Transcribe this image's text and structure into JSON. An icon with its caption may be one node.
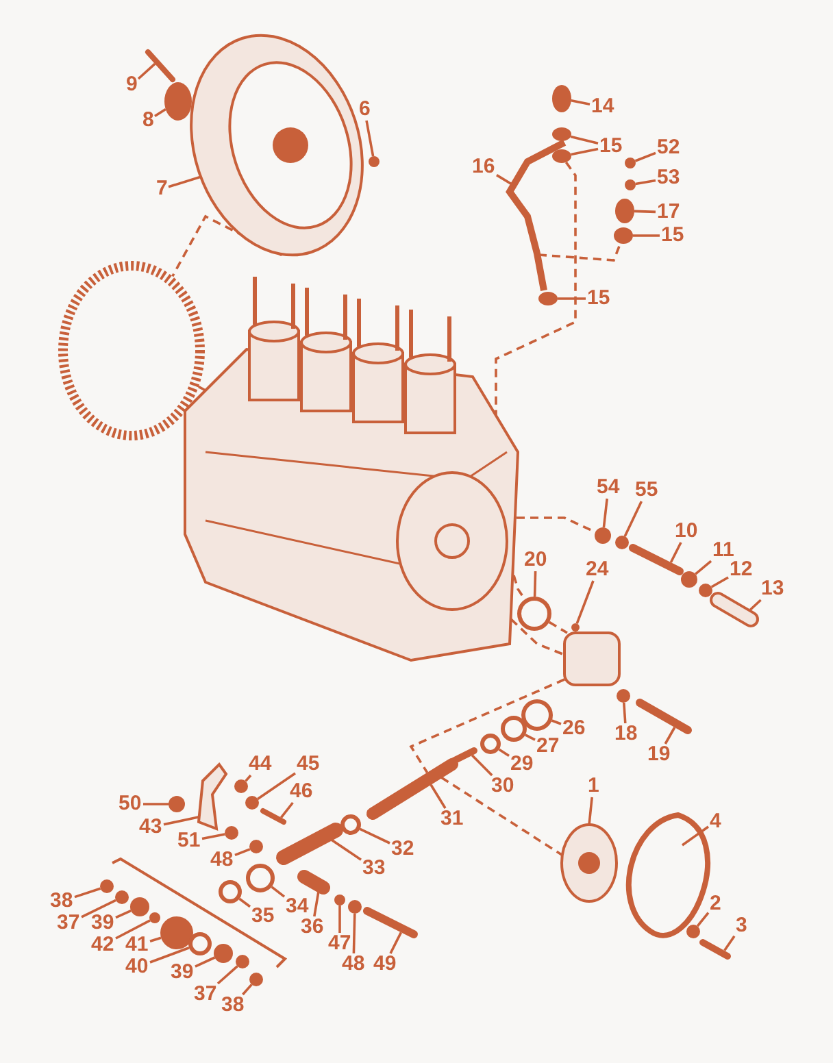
{
  "diagram": {
    "nodes": [
      {
        "text": [
          "9"
        ]
      },
      {
        "text": [
          "8"
        ]
      },
      {
        "text": [
          "6"
        ]
      },
      {
        "text": [
          "7"
        ]
      },
      {
        "text": [
          "14"
        ]
      },
      {
        "text": [
          "15"
        ]
      },
      {
        "text": [
          "16"
        ]
      },
      {
        "text": [
          "52"
        ]
      },
      {
        "text": [
          "53"
        ]
      },
      {
        "text": [
          "17"
        ]
      },
      {
        "text": [
          "15"
        ]
      },
      {
        "text": [
          "15"
        ]
      },
      {
        "text": [
          "54"
        ]
      },
      {
        "text": [
          "55"
        ]
      },
      {
        "text": [
          "10"
        ]
      },
      {
        "text": [
          "20"
        ]
      },
      {
        "text": [
          "11"
        ]
      },
      {
        "text": [
          "12"
        ]
      },
      {
        "text": [
          "24"
        ]
      },
      {
        "text": [
          "13"
        ]
      },
      {
        "text": [
          "18"
        ]
      },
      {
        "text": [
          "26"
        ]
      },
      {
        "text": [
          "19"
        ]
      },
      {
        "text": [
          "27"
        ]
      },
      {
        "text": [
          "29"
        ]
      },
      {
        "text": [
          "30"
        ]
      },
      {
        "text": [
          "44"
        ]
      },
      {
        "text": [
          "45"
        ]
      },
      {
        "text": [
          "50"
        ]
      },
      {
        "text": [
          "1"
        ]
      },
      {
        "text": [
          "46"
        ]
      },
      {
        "text": [
          "43"
        ]
      },
      {
        "text": [
          "31"
        ]
      },
      {
        "text": [
          "4"
        ]
      },
      {
        "text": [
          "51"
        ]
      },
      {
        "text": [
          "48"
        ]
      },
      {
        "text": [
          "32"
        ]
      },
      {
        "text": [
          "33"
        ]
      },
      {
        "text": [
          "38"
        ]
      },
      {
        "text": [
          "34"
        ]
      },
      {
        "text": [
          "37"
        ]
      },
      {
        "text": [
          "39"
        ]
      },
      {
        "text": [
          "35"
        ]
      },
      {
        "text": [
          "36"
        ]
      },
      {
        "text": [
          "42"
        ]
      },
      {
        "text": [
          "41"
        ]
      },
      {
        "text": [
          "47"
        ]
      },
      {
        "text": [
          "2"
        ]
      },
      {
        "text": [
          "3"
        ]
      },
      {
        "text": [
          "40"
        ]
      },
      {
        "text": [
          "39"
        ]
      },
      {
        "text": [
          "48"
        ]
      },
      {
        "text": [
          "49"
        ]
      },
      {
        "text": [
          "37"
        ]
      },
      {
        "text": [
          "38"
        ]
      },
      {
        "text": [],
        "shape": "bar"
      },
      {
        "text": [],
        "shape": "circle"
      },
      {
        "text": [],
        "shape": "circle"
      },
      {
        "text": [],
        "shape": "picture"
      },
      {
        "text": [],
        "shape": "circle"
      },
      {
        "text": [],
        "shape": "circle"
      },
      {
        "text": [],
        "shape": "circle"
      },
      {
        "text": [],
        "shape": "picture"
      },
      {
        "text": [],
        "shape": "circle"
      },
      {
        "text": [],
        "shape": "circle"
      },
      {
        "text": [],
        "shape": "circle"
      },
      {
        "text": [],
        "shape": "circle"
      },
      {
        "text": [],
        "shape": "circle"
      },
      {
        "text": [],
        "shape": "circle"
      },
      {
        "text": [],
        "shape": "circle"
      },
      {
        "text": [],
        "shape": "bar"
      },
      {
        "text": [],
        "shape": "circle"
      },
      {
        "text": [],
        "shape": "circle"
      },
      {
        "text": [],
        "shape": "circle"
      },
      {
        "text": [],
        "shape": "circle"
      },
      {
        "text": [],
        "shape": "bar"
      },
      {
        "text": [],
        "shape": "circle"
      },
      {
        "text": [],
        "shape": "circle"
      },
      {
        "text": [],
        "shape": "bar"
      },
      {
        "text": [],
        "shape": "circle"
      },
      {
        "text": [],
        "shape": "circle"
      },
      {
        "text": [],
        "shape": "bar"
      },
      {
        "text": [],
        "shape": "circle"
      },
      {
        "text": [],
        "shape": "circle"
      },
      {
        "text": [],
        "shape": "circle"
      },
      {
        "text": [],
        "shape": "picture"
      },
      {
        "text": [],
        "shape": "bar"
      },
      {
        "text": [],
        "shape": "picture"
      },
      {
        "text": [],
        "shape": "bar"
      },
      {
        "text": [],
        "shape": "picture"
      },
      {
        "text": [],
        "shape": "circle"
      },
      {
        "text": [],
        "shape": "circle"
      },
      {
        "text": [],
        "shape": "circle"
      },
      {
        "text": [],
        "shape": "bar"
      },
      {
        "text": [],
        "shape": "circle"
      },
      {
        "text": [],
        "shape": "circle"
      },
      {
        "text": [],
        "shape": "circle"
      },
      {
        "text": [],
        "shape": "circle"
      },
      {
        "text": [],
        "shape": "circle"
      },
      {
        "text": [],
        "shape": "bar"
      },
      {
        "text": [],
        "shape": "circle"
      },
      {
        "text": [],
        "shape": "circle"
      },
      {
        "text": [],
        "shape": "circle"
      },
      {
        "text": [],
        "shape": "circle"
      },
      {
        "text": [],
        "shape": "bar"
      },
      {
        "text": [],
        "shape": "circle"
      },
      {
        "text": [],
        "shape": "circle"
      },
      {
        "text": [],
        "shape": "circle"
      },
      {
        "text": [],
        "shape": "bar"
      },
      {
        "text": [],
        "shape": "circle"
      },
      {
        "text": [],
        "shape": "circle"
      },
      {
        "text": [],
        "shape": "picture"
      },
      {
        "text": [],
        "shape": "circle"
      },
      {
        "text": [],
        "shape": "box"
      }
    ],
    "edges": [
      {
        "from": 0,
        "to": 55,
        "arrow": "none"
      },
      {
        "from": 1,
        "to": 56,
        "arrow": "none"
      },
      {
        "from": 2,
        "to": 57,
        "arrow": "none"
      },
      {
        "from": 3,
        "to": 58,
        "arrow": "none"
      },
      {
        "from": 4,
        "to": 59,
        "arrow": "none"
      },
      {
        "from": 5,
        "to": 60,
        "arrow": "none"
      },
      {
        "from": 5,
        "to": 61,
        "arrow": "none"
      },
      {
        "from": 6,
        "to": 62,
        "arrow": "none"
      },
      {
        "from": 7,
        "to": 63,
        "arrow": "none"
      },
      {
        "from": 8,
        "to": 64,
        "arrow": "none"
      },
      {
        "from": 9,
        "to": 65,
        "arrow": "none"
      },
      {
        "from": 10,
        "to": 66,
        "arrow": "none"
      },
      {
        "from": 11,
        "to": 67,
        "arrow": "none"
      },
      {
        "from": 12,
        "to": 68,
        "arrow": "none"
      },
      {
        "from": 13,
        "to": 69,
        "arrow": "none"
      },
      {
        "from": 14,
        "to": 70,
        "arrow": "none"
      },
      {
        "from": 15,
        "to": 71,
        "arrow": "none"
      },
      {
        "from": 16,
        "to": 72,
        "arrow": "none"
      },
      {
        "from": 17,
        "to": 73,
        "arrow": "none"
      },
      {
        "from": 18,
        "to": 74,
        "arrow": "none"
      },
      {
        "from": 19,
        "to": 75,
        "arrow": "none"
      },
      {
        "from": 20,
        "to": 76,
        "arrow": "none"
      },
      {
        "from": 21,
        "to": 77,
        "arrow": "none"
      },
      {
        "from": 22,
        "to": 78,
        "arrow": "none"
      },
      {
        "from": 23,
        "to": 79,
        "arrow": "none"
      },
      {
        "from": 24,
        "to": 80,
        "arrow": "none"
      },
      {
        "from": 25,
        "to": 81,
        "arrow": "none"
      },
      {
        "from": 26,
        "to": 82,
        "arrow": "none"
      },
      {
        "from": 27,
        "to": 83,
        "arrow": "none"
      },
      {
        "from": 28,
        "to": 84,
        "arrow": "none"
      },
      {
        "from": 29,
        "to": 85,
        "arrow": "none"
      },
      {
        "from": 30,
        "to": 86,
        "arrow": "none"
      },
      {
        "from": 31,
        "to": 87,
        "arrow": "none"
      },
      {
        "from": 32,
        "to": 88,
        "arrow": "none"
      },
      {
        "from": 33,
        "to": 89,
        "arrow": "none"
      },
      {
        "from": 34,
        "to": 90,
        "arrow": "none"
      },
      {
        "from": 35,
        "to": 91,
        "arrow": "none"
      },
      {
        "from": 36,
        "to": 92,
        "arrow": "none"
      },
      {
        "from": 37,
        "to": 93,
        "arrow": "none"
      },
      {
        "from": 38,
        "to": 94,
        "arrow": "none"
      },
      {
        "from": 39,
        "to": 95,
        "arrow": "none"
      },
      {
        "from": 40,
        "to": 96,
        "arrow": "none"
      },
      {
        "from": 41,
        "to": 97,
        "arrow": "none"
      },
      {
        "from": 42,
        "to": 98,
        "arrow": "none"
      },
      {
        "from": 43,
        "to": 99,
        "arrow": "none"
      },
      {
        "from": 44,
        "to": 100,
        "arrow": "none"
      },
      {
        "from": 45,
        "to": 101,
        "arrow": "none"
      },
      {
        "from": 46,
        "to": 102,
        "arrow": "none"
      },
      {
        "from": 47,
        "to": 103,
        "arrow": "none"
      },
      {
        "from": 48,
        "to": 104,
        "arrow": "none"
      },
      {
        "from": 49,
        "to": 105,
        "arrow": "none"
      },
      {
        "from": 50,
        "to": 106,
        "arrow": "none"
      },
      {
        "from": 51,
        "to": 107,
        "arrow": "none"
      },
      {
        "from": 52,
        "to": 108,
        "arrow": "none"
      },
      {
        "from": 53,
        "to": 109,
        "arrow": "none"
      },
      {
        "from": 54,
        "to": 110,
        "arrow": "none"
      },
      {
        "from": 58,
        "to": 112,
        "arrow": "none",
        "style": "dashed"
      },
      {
        "from": 112,
        "to": 111,
        "arrow": "none",
        "style": "dashed"
      },
      {
        "from": 61,
        "to": 111,
        "arrow": "none",
        "style": "dashed"
      },
      {
        "from": 62,
        "to": 66,
        "arrow": "none",
        "style": "dashed"
      },
      {
        "from": 111,
        "to": 68,
        "arrow": "none",
        "style": "dashed"
      },
      {
        "from": 111,
        "to": 71,
        "arrow": "none",
        "style": "dashed"
      },
      {
        "from": 71,
        "to": 113,
        "arrow": "none",
        "style": "dashed"
      },
      {
        "from": 111,
        "to": 113,
        "arrow": "none",
        "style": "dashed"
      },
      {
        "from": 113,
        "to": 88,
        "arrow": "none",
        "style": "dashed"
      },
      {
        "from": 88,
        "to": 85,
        "arrow": "none",
        "style": "dashed"
      }
    ]
  }
}
